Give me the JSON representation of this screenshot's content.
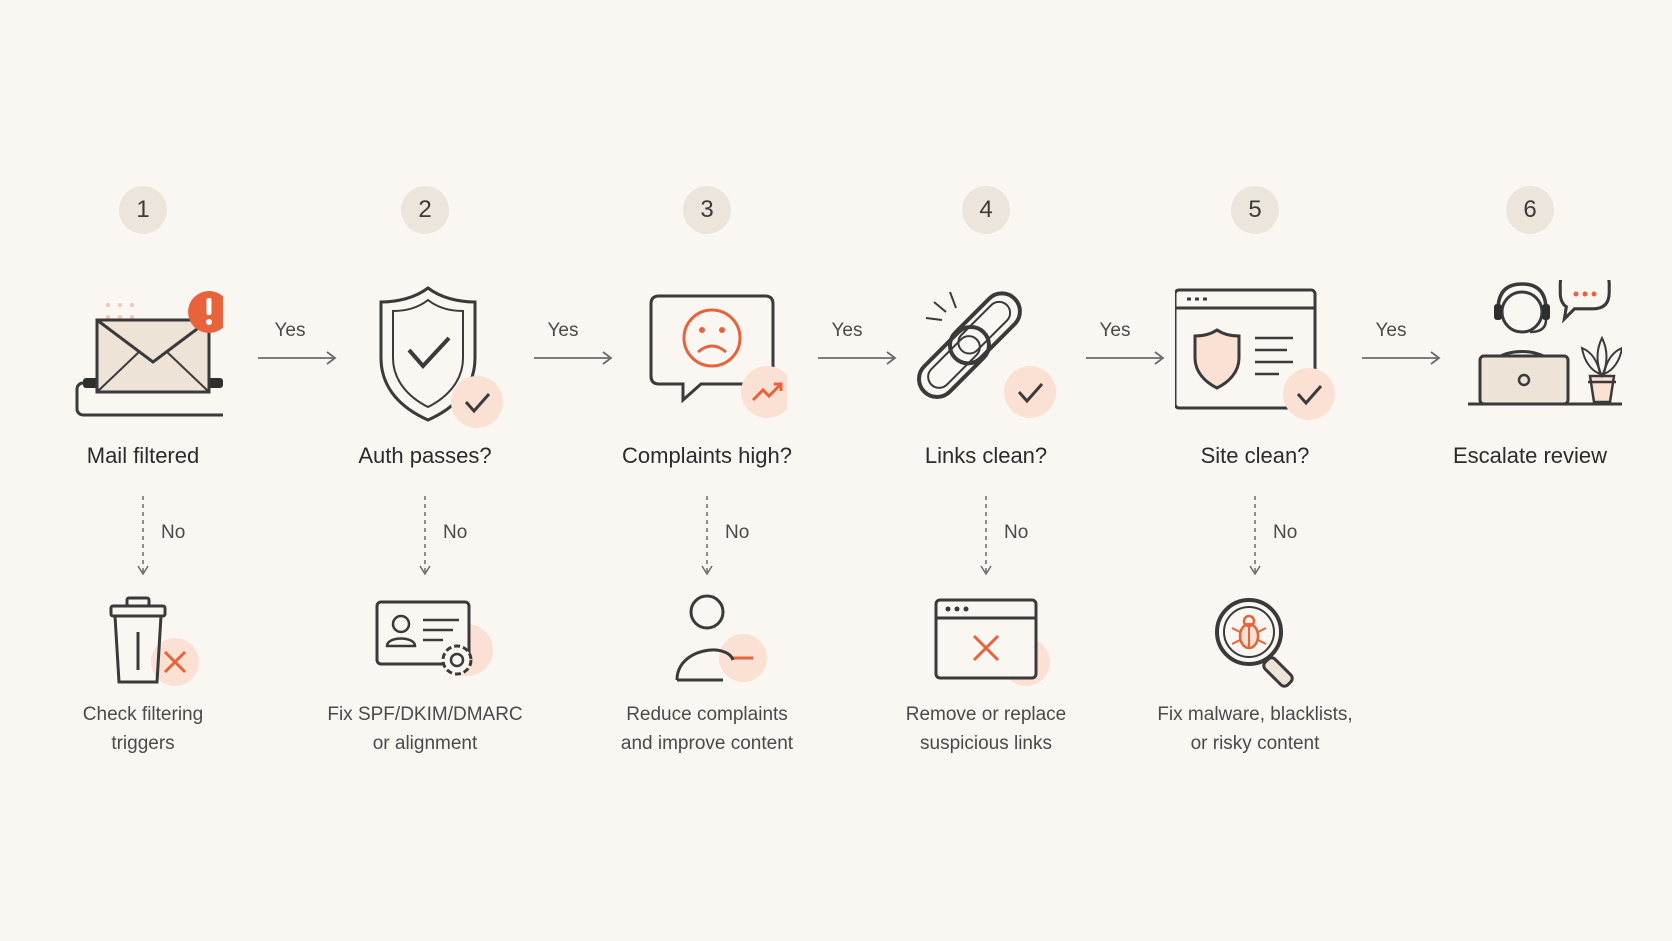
{
  "steps": [
    {
      "number": "1",
      "title": "Mail filtered",
      "icon": "envelope-alert-icon",
      "fail_icon": "trash-x-icon",
      "fail_text": [
        "Check filtering",
        "triggers"
      ],
      "no_label": "No"
    },
    {
      "number": "2",
      "title": "Auth passes?",
      "icon": "shield-check-icon",
      "fail_icon": "id-card-gear-icon",
      "fail_text": [
        "Fix SPF/DKIM/DMARC",
        "or alignment"
      ],
      "no_label": "No"
    },
    {
      "number": "3",
      "title": "Complaints high?",
      "icon": "sad-chat-trend-icon",
      "fail_icon": "user-minus-icon",
      "fail_text": [
        "Reduce complaints",
        "and improve content"
      ],
      "no_label": "No"
    },
    {
      "number": "4",
      "title": "Links clean?",
      "icon": "broken-chain-check-icon",
      "fail_icon": "browser-x-icon",
      "fail_text": [
        "Remove or replace",
        "suspicious links"
      ],
      "no_label": "No"
    },
    {
      "number": "5",
      "title": "Site clean?",
      "icon": "browser-shield-check-icon",
      "fail_icon": "bug-magnifier-icon",
      "fail_text": [
        "Fix malware, blacklists,",
        "or risky content"
      ],
      "no_label": "No"
    },
    {
      "number": "6",
      "title": "Escalate review",
      "icon": "support-agent-icon"
    }
  ],
  "connectors": [
    {
      "label": "Yes"
    },
    {
      "label": "Yes"
    },
    {
      "label": "Yes"
    },
    {
      "label": "Yes"
    },
    {
      "label": "Yes"
    }
  ],
  "colors": {
    "background": "#faf7f3",
    "accent": "#e8623c",
    "accent_soft": "#fbe0d4",
    "badge": "#ece5dc",
    "line": "#3a3a3a",
    "fill_warm": "#ede3d6"
  }
}
